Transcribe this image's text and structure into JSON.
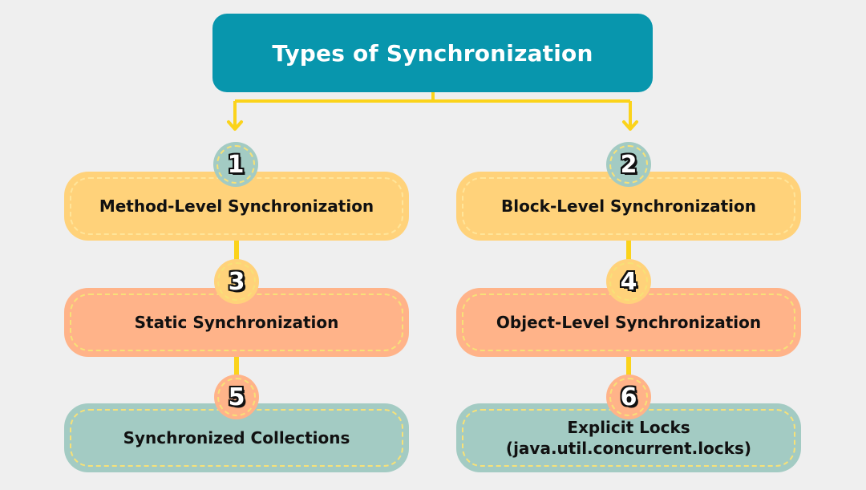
{
  "title": "Types of Synchronization",
  "items": [
    {
      "number": "1",
      "label": "Method-Level Synchronization"
    },
    {
      "number": "2",
      "label": "Block-Level Synchronization"
    },
    {
      "number": "3",
      "label": "Static Synchronization"
    },
    {
      "number": "4",
      "label": "Object-Level Synchronization"
    },
    {
      "number": "5",
      "label": "Synchronized Collections"
    },
    {
      "number": "6",
      "label_line1": "Explicit Locks",
      "label_line2": "(java.util.concurrent.locks)"
    }
  ],
  "colors": {
    "title_bg": "#0896ad",
    "connector": "#fbd31b",
    "row1": "#ffd27a",
    "row2": "#ffb389",
    "row3": "#a3cbc3",
    "background": "#efefef"
  }
}
